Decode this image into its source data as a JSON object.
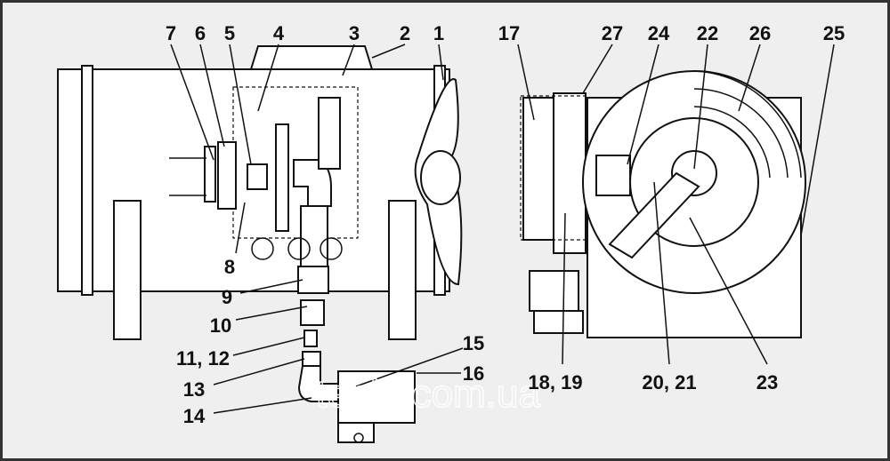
{
  "labels": {
    "l1": "1",
    "l2": "2",
    "l3": "3",
    "l4": "4",
    "l5": "5",
    "l6": "6",
    "l7": "7",
    "l8": "8",
    "l9": "9",
    "l10": "10",
    "l11_12": "11, 12",
    "l13": "13",
    "l14": "14",
    "l15": "15",
    "l16": "16",
    "l17": "17",
    "l18_19": "18, 19",
    "l20_21": "20, 21",
    "l22": "22",
    "l23": "23",
    "l24": "24",
    "l25": "25",
    "l26": "26",
    "l27": "27"
  },
  "watermark": "teplo.com.ua"
}
